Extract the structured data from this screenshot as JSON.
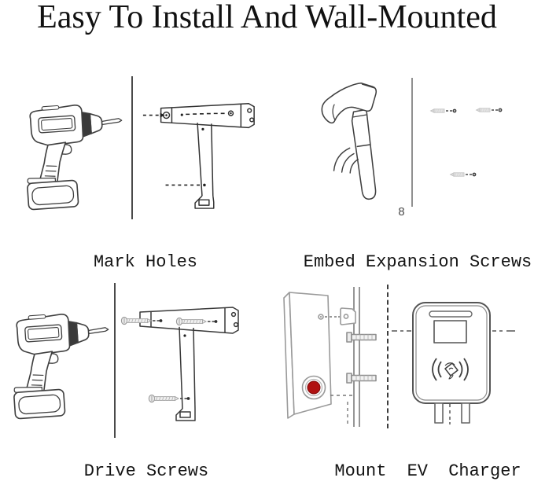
{
  "title": "Easy To Install And Wall-Mounted",
  "page_number": "8",
  "steps": [
    {
      "id": "mark-holes",
      "caption": "Mark Holes"
    },
    {
      "id": "embed-expansion-screws",
      "caption": "Embed Expansion Screws"
    },
    {
      "id": "drive-screws",
      "caption": "Drive Screws"
    },
    {
      "id": "mount-ev-charger",
      "caption": "Mount EV Charger"
    }
  ],
  "icons": {
    "drill": "cordless-drill-icon",
    "bracket": "t-mounting-bracket-icon",
    "hammer": "hammer-icon",
    "expansion_screw": "expansion-screw-icon",
    "charger_side": "charger-side-view-icon",
    "charger_front": "ev-charger-front-icon",
    "stop_button": "emergency-stop-button"
  },
  "colors": {
    "background": "#ffffff",
    "text": "#141414",
    "line_art_dark": "#3f3f3f",
    "line_art_light": "#9a9a9a",
    "stop_button_red": "#b01212"
  }
}
